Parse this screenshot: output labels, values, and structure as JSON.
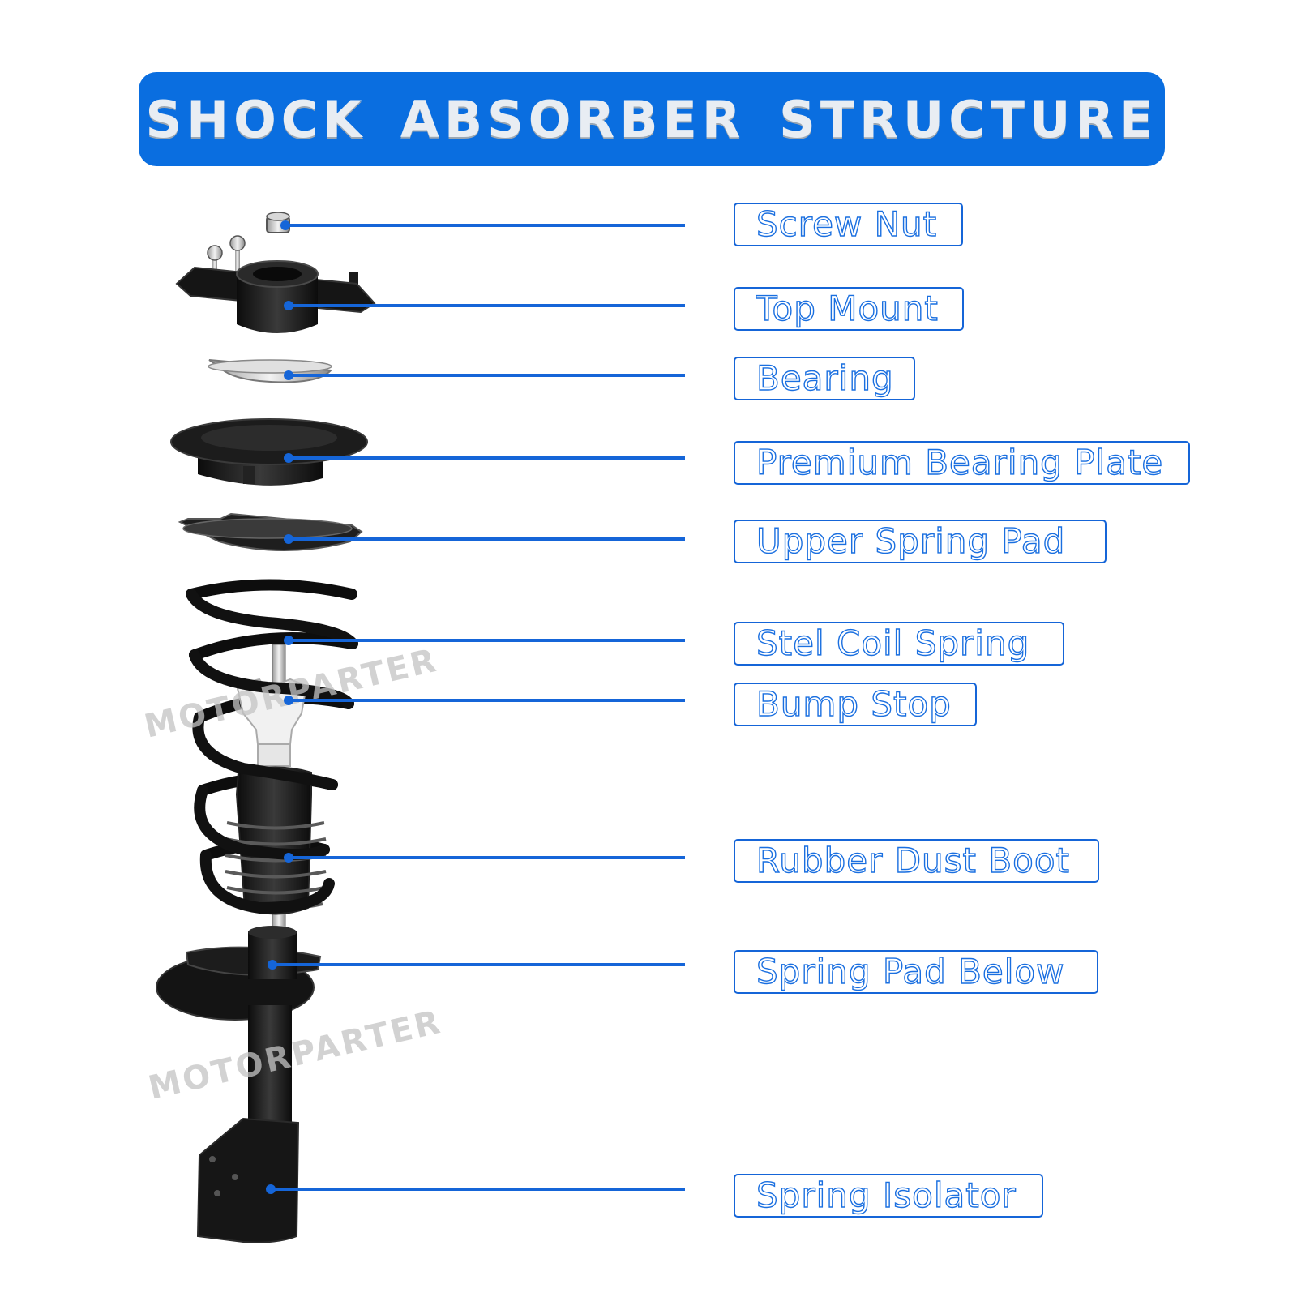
{
  "title": "SHOCK ABSORBER STRUCTURE",
  "watermark": "MOTORPARTER",
  "accent_color": "#0a6ee0",
  "components": [
    {
      "label": "Screw Nut"
    },
    {
      "label": "Top Mount"
    },
    {
      "label": "Bearing"
    },
    {
      "label": "Premium Bearing Plate"
    },
    {
      "label": "Upper Spring Pad"
    },
    {
      "label": "Stel Coil Spring"
    },
    {
      "label": "Bump Stop"
    },
    {
      "label": "Rubber Dust Boot"
    },
    {
      "label": "Spring Pad Below"
    },
    {
      "label": "Spring Isolator"
    }
  ]
}
